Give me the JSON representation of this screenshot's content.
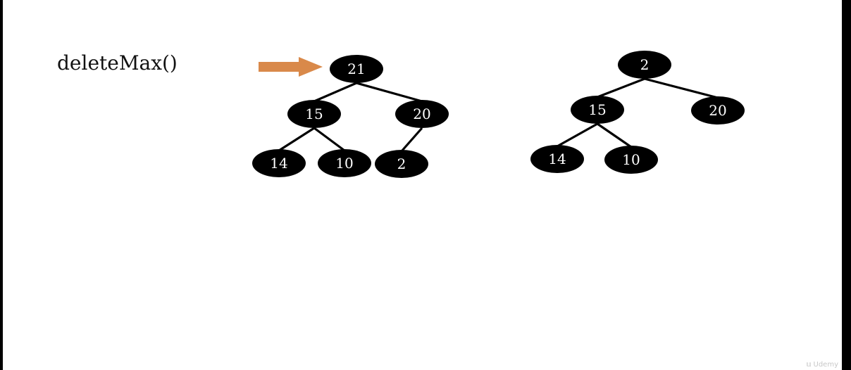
{
  "slide": {
    "title": "deleteMax()",
    "watermark_text": "Udemy"
  },
  "colors": {
    "background": "#ffffff",
    "frame": "#000000",
    "node_fill": "#000000",
    "node_text": "#ffffff",
    "edge": "#000000",
    "arrow": "#d9894a"
  },
  "trees": [
    {
      "name": "before",
      "pointer_arrow": true,
      "nodes": [
        {
          "id": "a",
          "label": "21"
        },
        {
          "id": "b",
          "label": "15"
        },
        {
          "id": "c",
          "label": "20"
        },
        {
          "id": "d",
          "label": "14"
        },
        {
          "id": "e",
          "label": "10"
        },
        {
          "id": "f",
          "label": "2"
        }
      ],
      "edges": [
        [
          "a",
          "b"
        ],
        [
          "a",
          "c"
        ],
        [
          "b",
          "d"
        ],
        [
          "b",
          "e"
        ],
        [
          "c",
          "f"
        ]
      ]
    },
    {
      "name": "after",
      "pointer_arrow": false,
      "nodes": [
        {
          "id": "a",
          "label": "2"
        },
        {
          "id": "b",
          "label": "15"
        },
        {
          "id": "c",
          "label": "20"
        },
        {
          "id": "d",
          "label": "14"
        },
        {
          "id": "e",
          "label": "10"
        }
      ],
      "edges": [
        [
          "a",
          "b"
        ],
        [
          "a",
          "c"
        ],
        [
          "b",
          "d"
        ],
        [
          "b",
          "e"
        ]
      ]
    }
  ]
}
